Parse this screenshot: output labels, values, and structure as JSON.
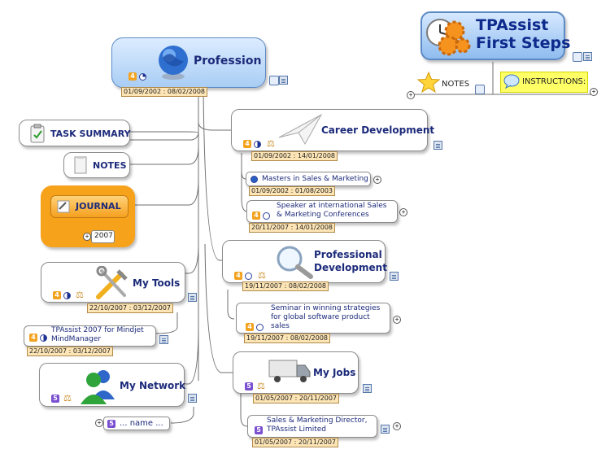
{
  "root": {
    "title": "Profession",
    "dates": "01/09/2002 : 08/02/2008",
    "icon": "globe-icon"
  },
  "logo": {
    "line1": "TPAssist",
    "line2": "First Steps",
    "icon": "gears-clock-icon"
  },
  "logo_children": {
    "notes": "NOTES",
    "instructions": "INSTRUCTIONS:"
  },
  "left": {
    "task_summary": "TASK SUMMARY",
    "notes": "NOTES",
    "journal": "JOURNAL",
    "journal_child": "2007",
    "my_tools": {
      "title": "My Tools",
      "dates": "22/10/2007 : 03/12/2007",
      "child_line1": "TPAssist 2007 for Mindjet",
      "child_line2": "MindManager",
      "child_dates": "22/10/2007 : 03/12/2007"
    },
    "my_network": {
      "title": "My Network",
      "child": "... name ..."
    }
  },
  "right": {
    "career": {
      "title": "Career Development",
      "dates": "01/09/2002 : 14/01/2008",
      "child1": "Masters in Sales & Marketing",
      "child1_dates": "01/09/2002 : 01/08/2003",
      "child2_line1": "Speaker at international Sales",
      "child2_line2": "& Marketing Conferences",
      "child2_dates": "20/11/2007 : 14/01/2008"
    },
    "professional": {
      "title_line1": "Professional",
      "title_line2": "Development",
      "dates": "19/11/2007 : 08/02/2008",
      "child_line1": "Seminar in winning strategies",
      "child_line2": "for global software product",
      "child_line3": "sales",
      "child_dates": "19/11/2007 : 08/02/2008"
    },
    "jobs": {
      "title": "My Jobs",
      "dates": "01/05/2007 : 20/11/2007",
      "child_line1": "Sales & Marketing Director,",
      "child_line2": "TPAssist Limited",
      "child_dates": "01/05/2007 : 20/11/2007"
    }
  },
  "badges": {
    "four": "4",
    "five": "5"
  },
  "colors": {
    "node_text": "#1c2a7a",
    "root_fill": "#b9d6f5",
    "journal_orange": "#f7a21b",
    "date_fill": "#fde5b6",
    "instructions_fill": "#ffff66"
  }
}
